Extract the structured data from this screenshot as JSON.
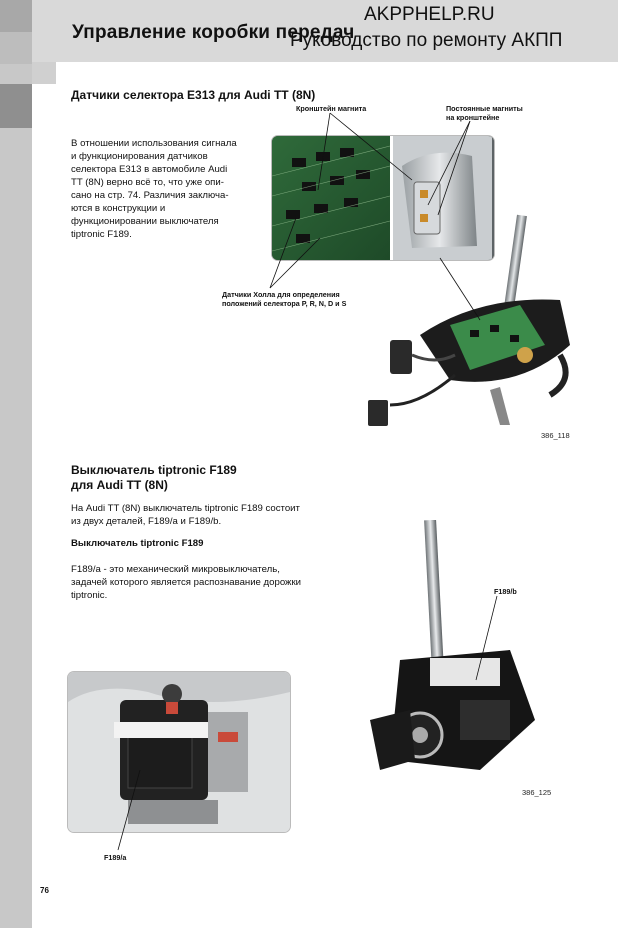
{
  "header": {
    "title": "Управление коробки передач",
    "watermark_site": "AKPPHELP.RU",
    "watermark_manual": "Руководство по ремонту АКПП"
  },
  "section1": {
    "heading": "Датчики селектора E313 для Audi TT (8N)",
    "paragraph_lines": [
      "В отношении использования сигнала",
      "и функционирования датчиков",
      "селектора E313 в автомобиле Audi",
      "TT (8N) верно всё то, что уже опи-",
      "сано на стр. 74. Различия заключа-",
      "ются в конструкции и",
      "функционировании выключателя",
      "tiptronic F189."
    ],
    "labels": {
      "magnet_bracket": "Кронштейн магнита",
      "permanent_magnets_line1": "Постоянные магниты",
      "permanent_magnets_line2": "на кронштейне",
      "hall_sensors_line1": "Датчики Холла для определения",
      "hall_sensors_line2": "положений селектора P, R, N, D и S"
    },
    "figure_number": "386_118"
  },
  "section2": {
    "heading_line1": "Выключатель tiptronic F189",
    "heading_line2": "для Audi TT (8N)",
    "paragraph_lines": [
      "На Audi TT (8N) выключатель tiptronic F189 состоит",
      "из двух деталей, F189/a и F189/b."
    ],
    "subheading": "Выключатель tiptronic F189",
    "detail_lines": [
      "F189/a - это механический микровыключатель,",
      "задачей которого является распознавание дорожки",
      "tiptronic."
    ],
    "labels": {
      "f189b": "F189/b",
      "f189a": "F189/a"
    },
    "figure_number": "386_125"
  },
  "page_number": "76"
}
